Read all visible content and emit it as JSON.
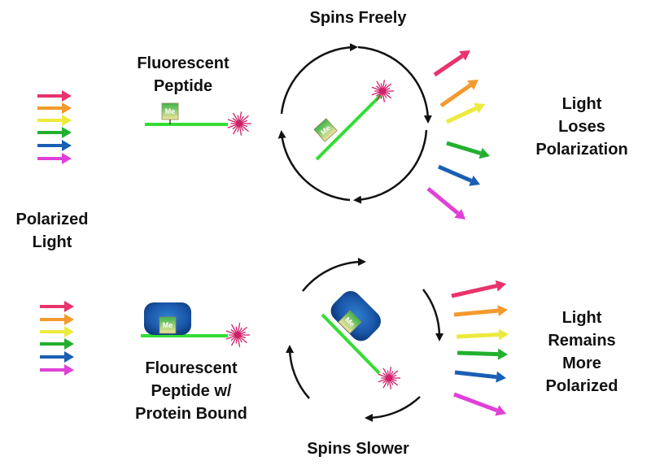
{
  "labels": {
    "fluorescent_peptide": [
      "Fluorescent",
      "Peptide"
    ],
    "spins_freely": "Spins Freely",
    "light_loses": [
      "Light",
      "Loses",
      "Polarization"
    ],
    "polarized_light": [
      "Polarized",
      "Light"
    ],
    "fluorescent_peptide_bound": [
      "Flourescent",
      "Peptide w/",
      "Protein Bound"
    ],
    "spins_slower": "Spins Slower",
    "light_remains": [
      "Light",
      "Remains",
      "More",
      "Polarized"
    ],
    "methyl_tag": "Me"
  },
  "colors": {
    "arrows": [
      "#e8336b",
      "#f39a2e",
      "#ecea3c",
      "#22b02e",
      "#1a5fb4",
      "#e040d8"
    ],
    "peptide": "#33dd33",
    "fluorophore": "#d0206a",
    "protein": "#1e63b5",
    "rotation_arrow": "#111111"
  },
  "icons": [
    "fluorophore-burst-icon",
    "methyl-tag-icon",
    "rotation-arrow-icon"
  ]
}
